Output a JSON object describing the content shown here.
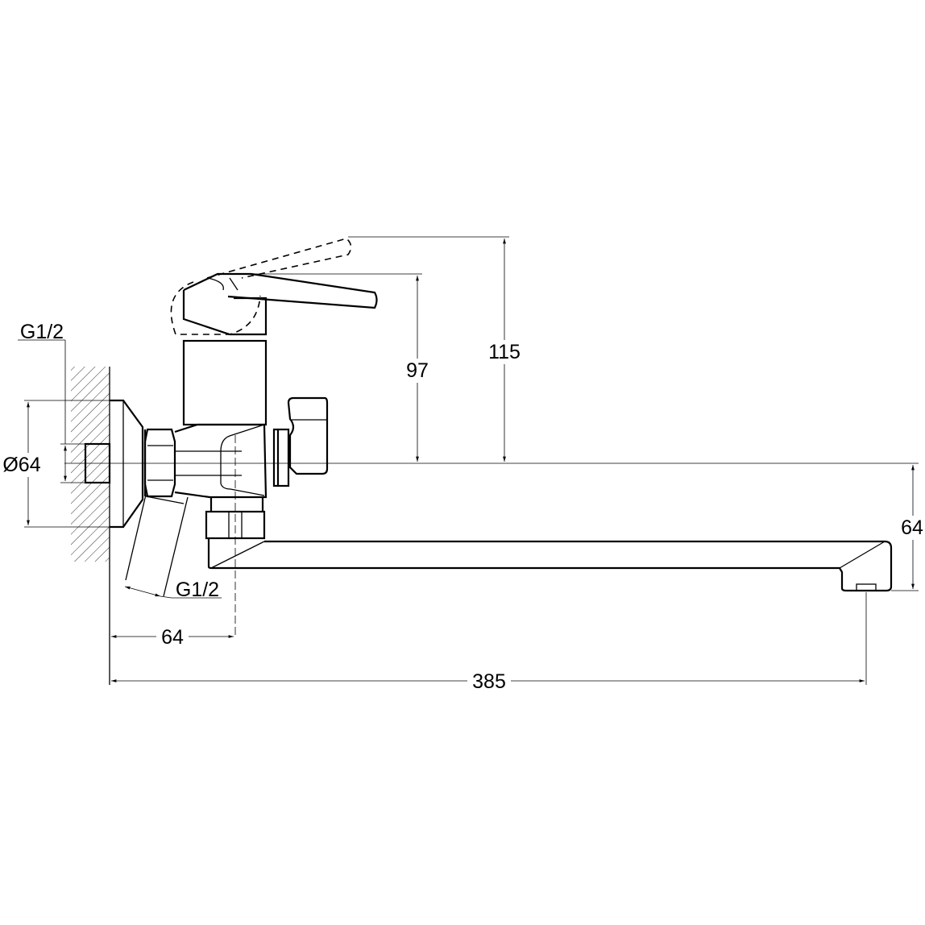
{
  "drawing": {
    "dimensions": {
      "height_lever_raised": "115",
      "height_lever": "97",
      "spout_drop": "64",
      "flange_diameter": "Ø64",
      "wall_to_axis": "64",
      "total_reach": "385",
      "inlet_thread_top": "G1/2",
      "inlet_thread_bottom": "G1/2"
    },
    "colors": {
      "line": "#000000",
      "background": "#ffffff"
    }
  }
}
